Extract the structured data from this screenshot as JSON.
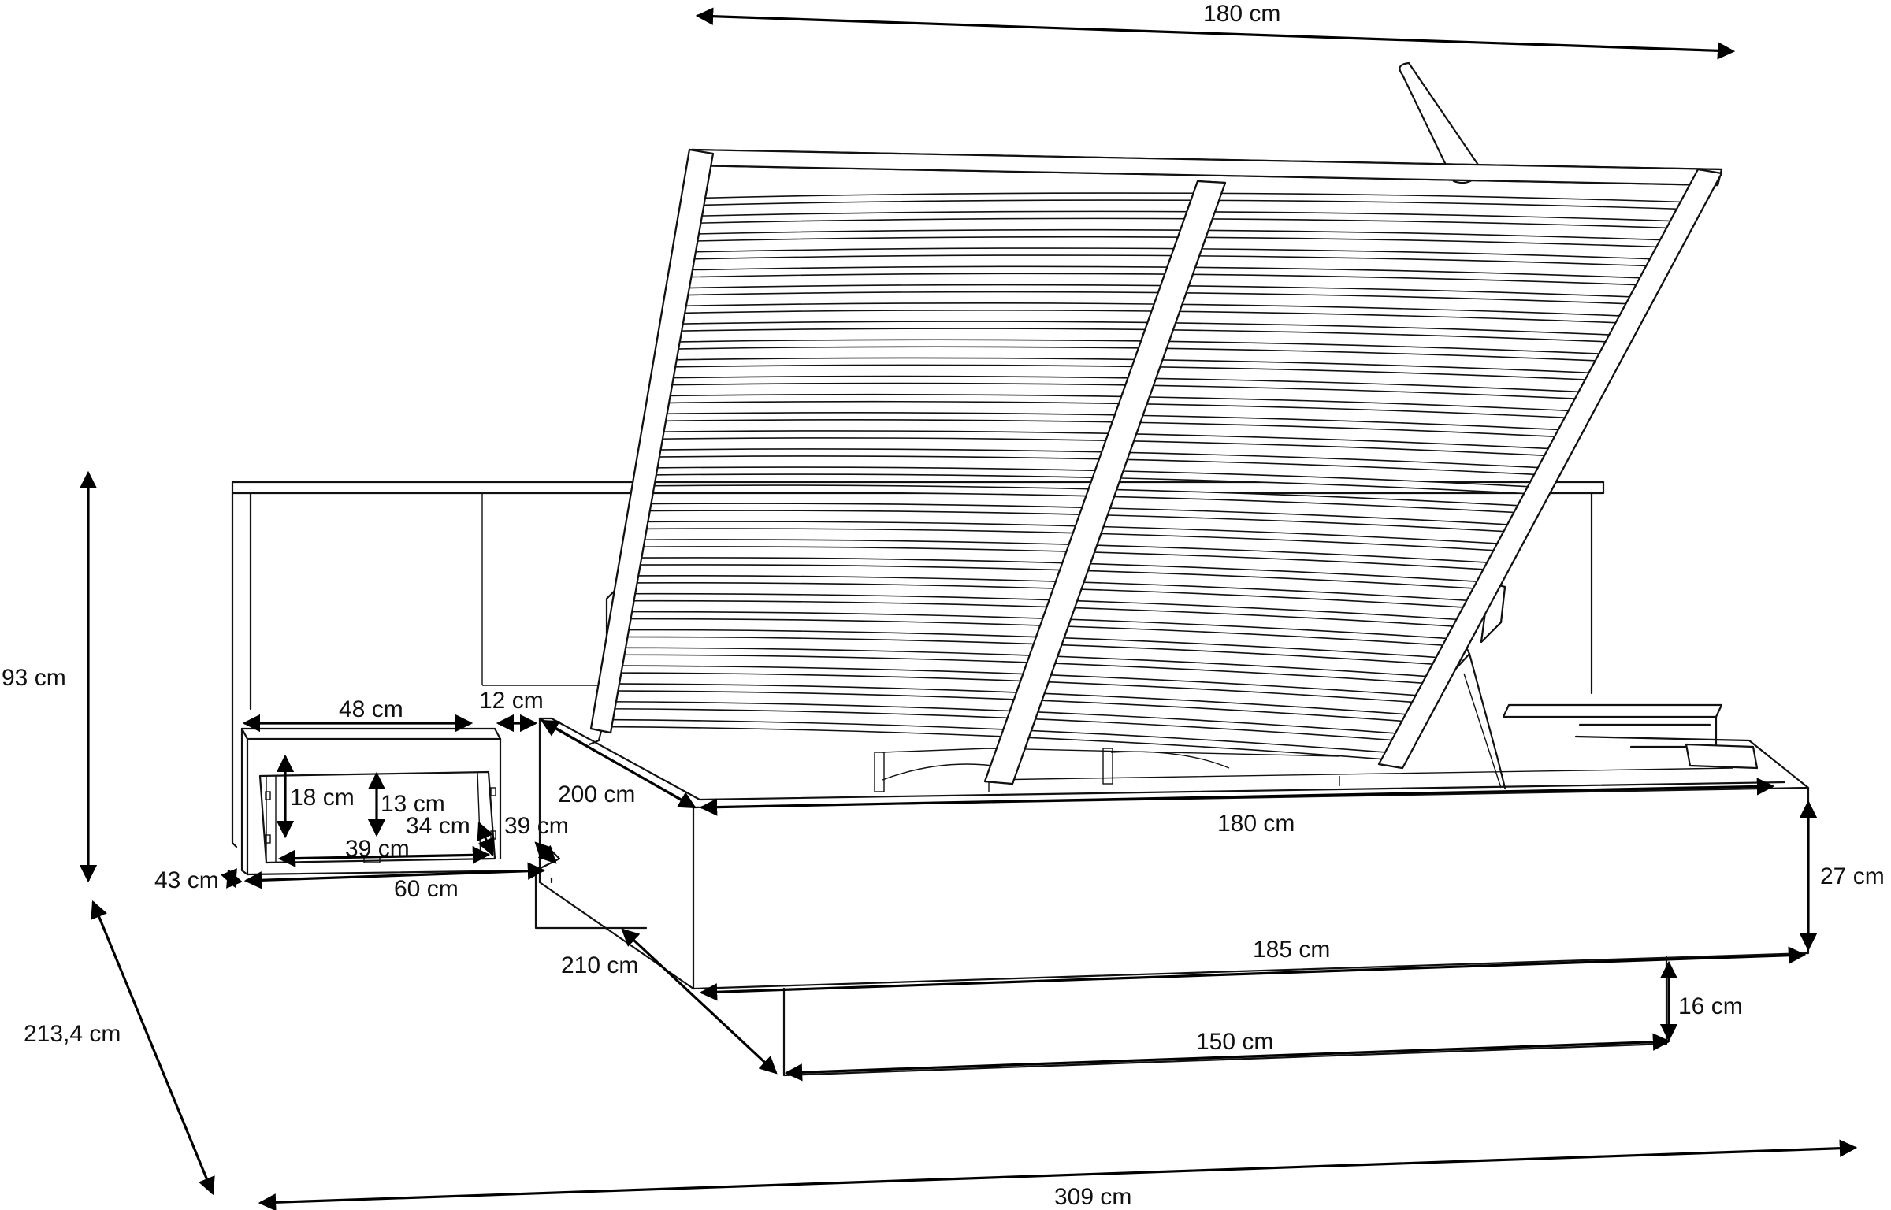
{
  "dimensions": {
    "top_width": "180 cm",
    "height_total": "93 cm",
    "depth_total": "213,4 cm",
    "length_total": "309 cm",
    "nightstand_width_top": "48 cm",
    "nightstand_gap": "12 cm",
    "nightstand_drawer_height": "18 cm",
    "nightstand_inner_height": "13 cm",
    "nightstand_inner_depth": "34 cm",
    "nightstand_inner_width": "39 cm",
    "nightstand_depth": "39 cm",
    "nightstand_height": "43 cm",
    "nightstand_width": "60 cm",
    "frame_inner_length": "200 cm",
    "frame_inner_width": "180 cm",
    "frame_height": "27 cm",
    "frame_outer_length": "210 cm",
    "frame_outer_width": "185 cm",
    "base_height": "16 cm",
    "base_width": "150 cm"
  },
  "colors": {
    "line": "#111111",
    "background": "#ffffff"
  }
}
